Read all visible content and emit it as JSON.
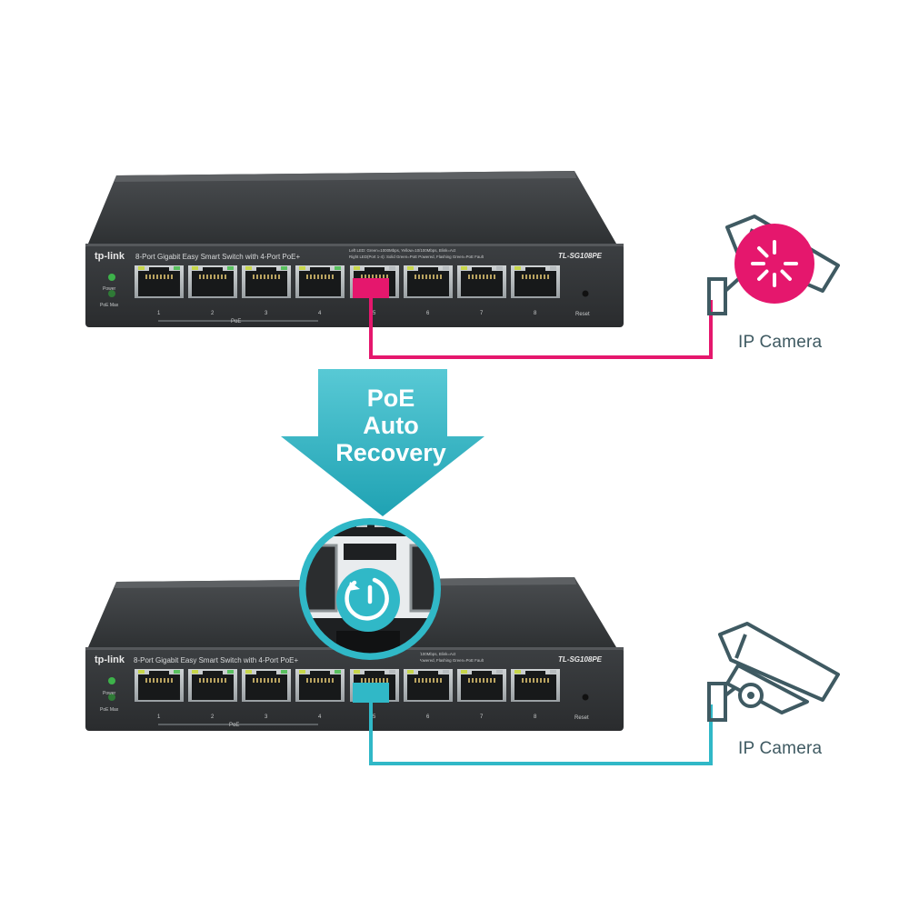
{
  "colors": {
    "fault": "#e5176d",
    "recovery": "#30b8c7",
    "switch_body": "#3a3d3f",
    "label_text": "#3f5a62"
  },
  "arrow": {
    "line1": "PoE",
    "line2": "Auto",
    "line3": "Recovery"
  },
  "switches": [
    {
      "brand": "tp-link",
      "description": "8-Port Gigabit Easy Smart Switch with 4-Port PoE+",
      "model": "TL-SG108PE",
      "led_legend_line1": "Left LED: Green=1000Mbps, Yellow=10/100Mbps, Blink=Act",
      "led_legend_line2": "Right LED(Port 1-4): Solid Green=PoE Powered, Flashing Green=PoE Fault",
      "power_label": "Power",
      "poe_max_label": "PoE Max",
      "poe_group_label": "PoE",
      "reset_label": "Reset",
      "port_numbers": [
        "1",
        "2",
        "3",
        "4",
        "5",
        "6",
        "7",
        "8"
      ],
      "camera_label": "IP Camera",
      "camera_icon": "fault-camera-icon"
    },
    {
      "brand": "tp-link",
      "description": "8-Port Gigabit Easy Smart Switch with 4-Port PoE+",
      "model": "TL-SG108PE",
      "led_legend_line1": "Left LED: Green=1000Mbps, Yellow=10/100Mbps, Blink=Act",
      "led_legend_line2": "Right LED(Port 1-4): Solid Green=PoE Powered, Flashing Green=PoE Fault",
      "power_label": "Power",
      "poe_max_label": "PoE Max",
      "poe_group_label": "PoE",
      "reset_label": "Reset",
      "port_numbers": [
        "1",
        "2",
        "3",
        "4",
        "5",
        "6",
        "7",
        "8"
      ],
      "camera_label": "IP Camera",
      "camera_icon": "working-camera-icon"
    }
  ],
  "recovery_icon": "power-recovery-icon"
}
